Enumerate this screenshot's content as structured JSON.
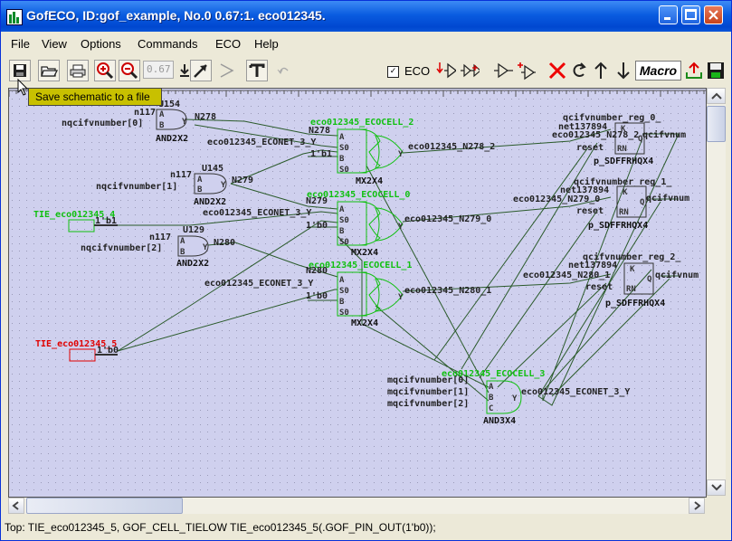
{
  "window": {
    "title": "GofECO, ID:gof_example, No.0 0.67:1.  eco012345."
  },
  "menu": [
    "File",
    "View",
    "Options",
    "Commands",
    "ECO",
    "Help"
  ],
  "toolbar": {
    "zoom_value": "0.67",
    "eco_checkbox_label": "ECO",
    "eco_checked": true,
    "macro_label": "Macro"
  },
  "tooltip": "Save schematic to a file",
  "schematic": {
    "gates": {
      "u154": {
        "inst": "U154",
        "type": "AND2X2",
        "pin_a": "A",
        "pin_b": "B",
        "pin_y": "Y"
      },
      "u145": {
        "inst": "U145",
        "type": "AND2X2",
        "pin_a": "A",
        "pin_b": "B",
        "pin_y": "Y"
      },
      "u129": {
        "inst": "U129",
        "type": "AND2X2",
        "pin_a": "A",
        "pin_b": "B",
        "pin_y": "Y"
      },
      "mux2": {
        "inst": "eco012345_ECOCELL_2",
        "type": "MX2X4"
      },
      "mux0": {
        "inst": "eco012345_ECOCELL_0",
        "type": "MX2X4"
      },
      "mux1": {
        "inst": "eco012345_ECOCELL_1",
        "type": "MX2X4"
      },
      "and3": {
        "inst": "eco012345_ECOCELL_3",
        "type": "AND3X4"
      },
      "ff0": {
        "inst": "qcifvnumber_reg_0_",
        "type": "p_SDFFRHQX4"
      },
      "ff1": {
        "inst": "qcifvnumber_reg_1_",
        "type": "p_SDFFRHQX4"
      },
      "ff2": {
        "inst": "qcifvnumber_reg_2_",
        "type": "p_SDFFRHQX4"
      }
    },
    "pins": {
      "mux_a": "A",
      "mux_b": "B",
      "mux_s0": "S0",
      "mux_y": "Y",
      "ff_k": "K",
      "ff_q": "Q",
      "ff_rn": "RN",
      "and3_a": "A",
      "and3_b": "B",
      "and3_c": "C",
      "and3_y": "Y"
    },
    "nets": {
      "n117": "n117",
      "nq0": "nqcifvnumber[0]",
      "nq1": "nqcifvnumber[1]",
      "nq2": "nqcifvnumber[2]",
      "n278": "N278",
      "n279": "N279",
      "n280": "N280",
      "econet": "eco012345_ECONET_3_Y",
      "c1b1": "1'b1",
      "c1b0": "1'b0",
      "out2": "eco012345_N278_2",
      "out0": "eco012345_N279_0",
      "out1": "eco012345_N280_1",
      "net137894": "net137894",
      "reset": "reset",
      "qcifv": "qcifvnum",
      "mq0": "mqcifvnumber[0]",
      "mq1": "mqcifvnumber[1]",
      "mq2": "mqcifvnumber[2]",
      "econet_out": "eco012345_ECONET_3_Y"
    },
    "ties": {
      "tie4": {
        "label": "TIE_eco012345_4",
        "value": "1'b1"
      },
      "tie5": {
        "label": "TIE_eco012345_5",
        "value": "1'b0"
      }
    }
  },
  "status": "Top: TIE_eco012345_5, GOF_CELL_TIELOW TIE_eco012345_5(.GOF_PIN_OUT(1'b0));",
  "colors": {
    "canvas": "#cfd0ee",
    "eco_cell": "#10c010",
    "selected": "#e00000",
    "title_bar": "#0a5ce0"
  }
}
